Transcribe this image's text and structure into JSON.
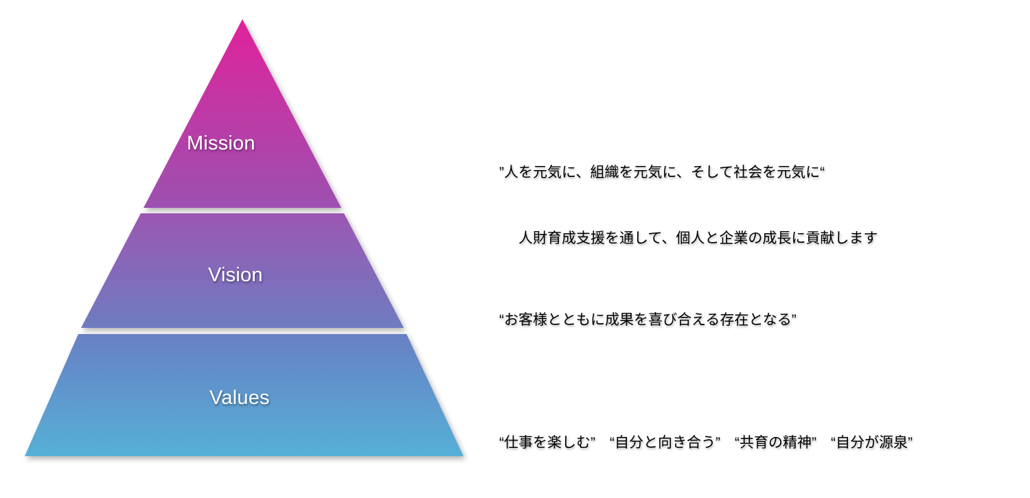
{
  "diagram": {
    "type": "pyramid",
    "title": "Mission Vision Values Pyramid",
    "tiers": [
      {
        "id": "mission",
        "label": "Mission",
        "gradient_from": "#E0229B",
        "gradient_to": "#9C51B0",
        "annotation_lines": [
          "”人を元気に、組織を元気に、そして社会を元気に“",
          "人財育成支援を通して、個人と企業の成長に貢献します"
        ]
      },
      {
        "id": "vision",
        "label": "Vision",
        "gradient_from": "#9B57B3",
        "gradient_to": "#6E7CC0",
        "annotation_lines": [
          "“お客様とともに成果を喜び合える存在となる”"
        ]
      },
      {
        "id": "values",
        "label": "Values",
        "gradient_from": "#6880C4",
        "gradient_to": "#56B0D7",
        "annotation_lines": [
          "“仕事を楽しむ”　“自分と向き合う”　“共育の精神”　“自分が源泉”"
        ]
      }
    ],
    "connector_color": "#000000",
    "background_color": "#FFFFFF",
    "separator_color": "#FFFFFF"
  }
}
